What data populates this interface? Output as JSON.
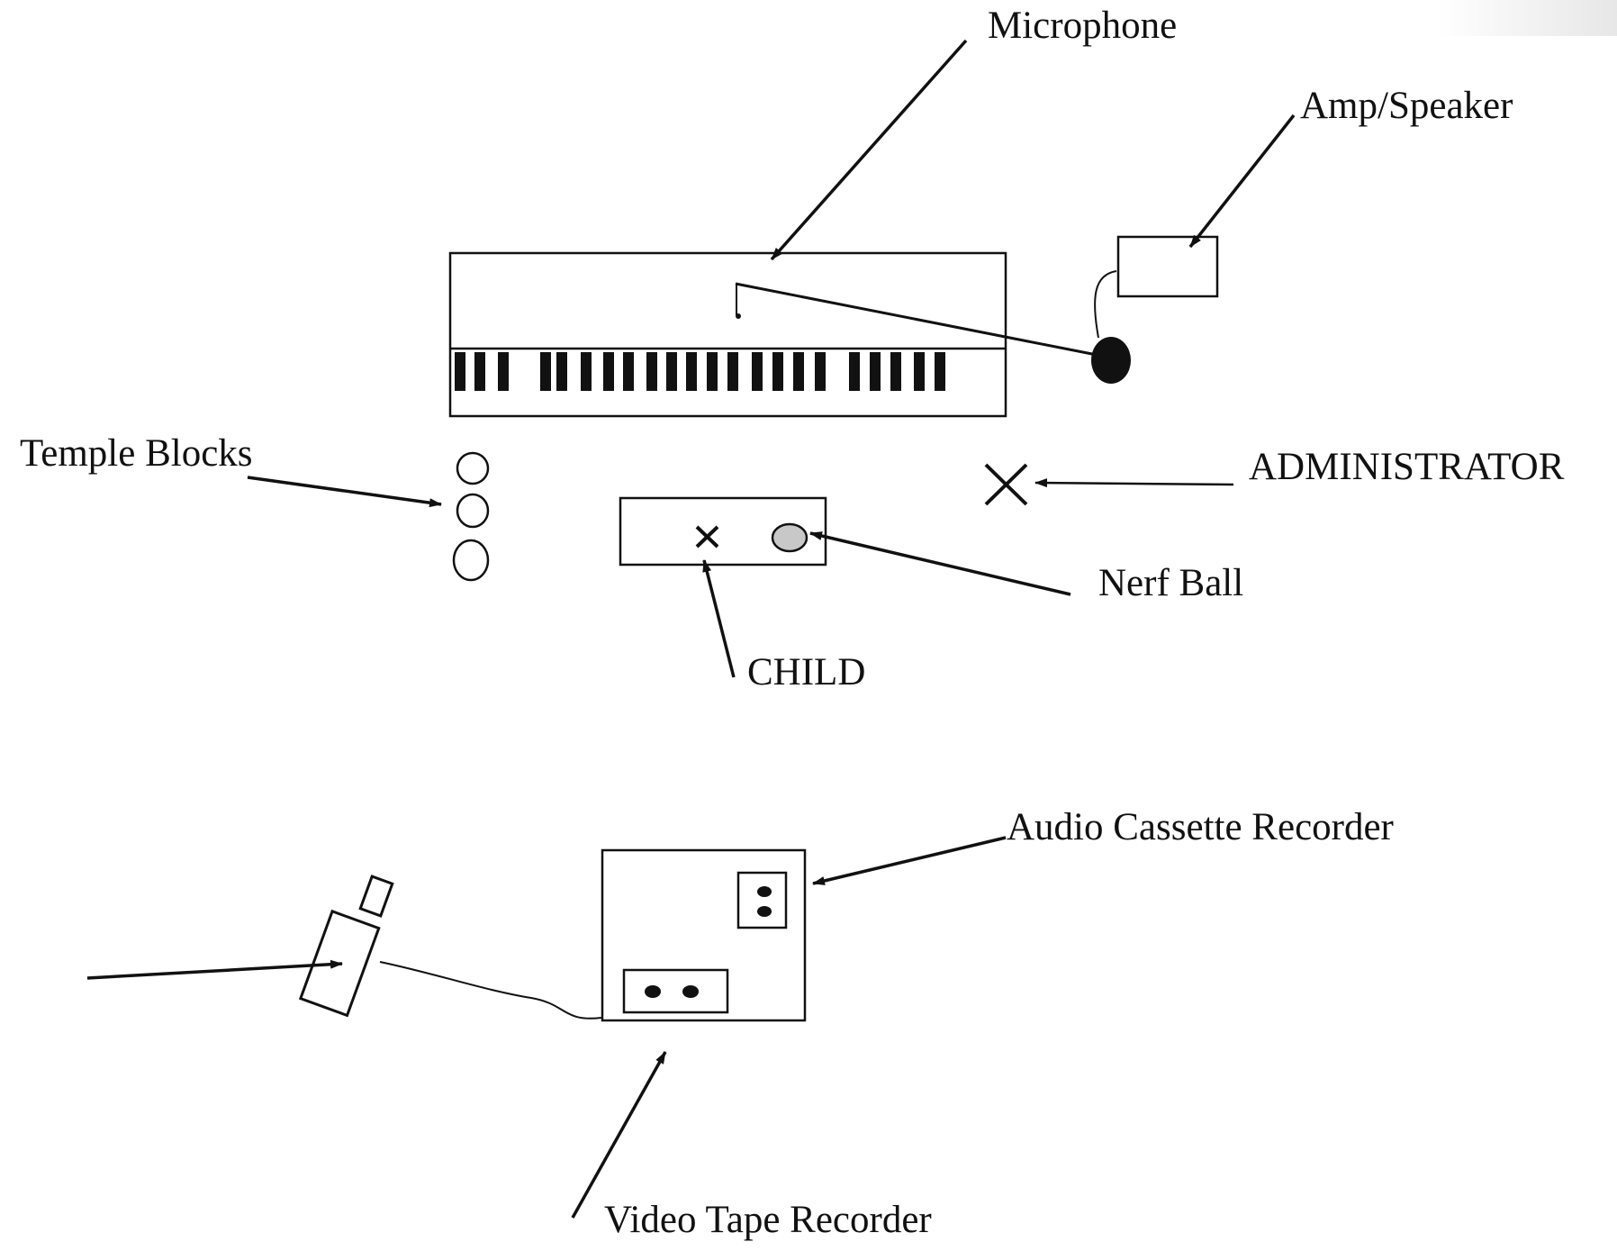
{
  "labels": {
    "microphone": "Microphone",
    "amp_speaker": "Amp/Speaker",
    "temple_blocks": "Temple Blocks",
    "administrator": "ADMINISTRATOR",
    "nerf_ball": "Nerf Ball",
    "child": "CHILD",
    "audio_cassette_recorder": "Audio Cassette Recorder",
    "video_tape_recorder": "Video Tape Recorder"
  },
  "icons": {
    "camera": "video-camera-icon",
    "keyboard": "keyboard-icon",
    "microphone": "microphone-icon",
    "speaker": "speaker-icon",
    "temple_blocks": "temple-blocks-icon",
    "administrator_marker": "x-marker-icon",
    "child_marker": "x-marker-icon",
    "nerf_ball": "ball-icon"
  },
  "colors": {
    "ink": "#111111",
    "nerf_ball_fill": "#c8c8c8",
    "background": "#ffffff"
  }
}
